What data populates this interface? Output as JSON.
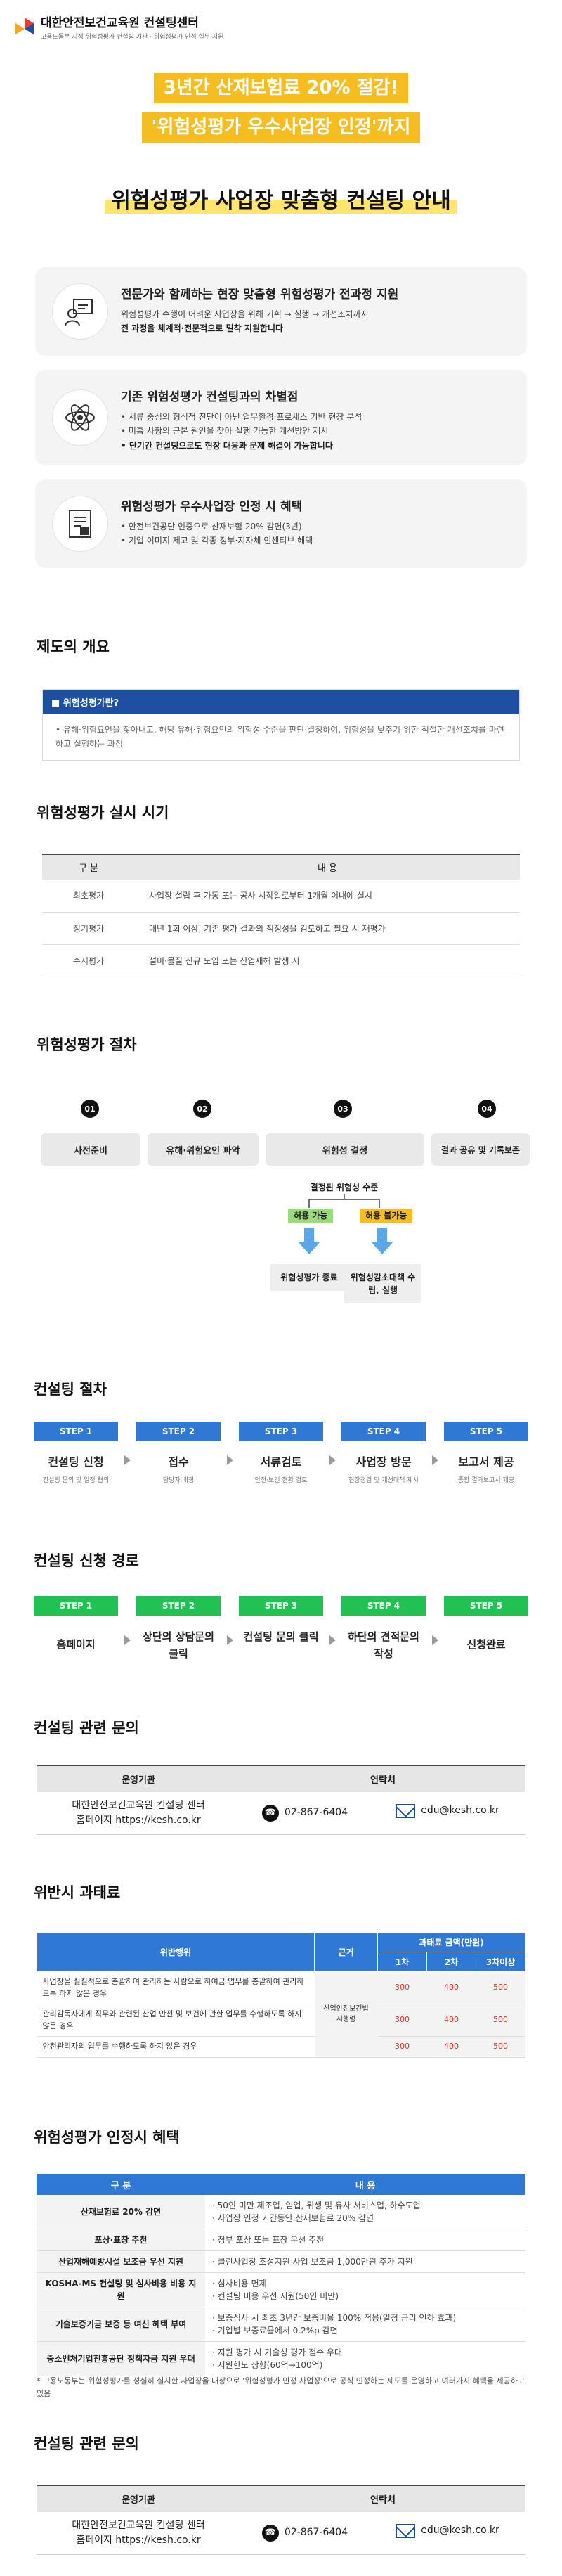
{
  "brand": {
    "name": "대한안전보건교육원 컨설팅센터",
    "sub": "고용노동부 지정 위험성평가 컨설팅 기관 · 위험성평가 인정 실무 지원"
  },
  "hero": {
    "line1": "3년간 산재보험료 20% 절감!",
    "line2": "'위험성평가 우수사업장 인정'까지",
    "title": "위험성평가 사업장 맞춤형 컨설팅 안내"
  },
  "features": [
    {
      "icon": "consultant-icon",
      "title": "전문가와 함께하는 현장 맞춤형 위험성평가 전과정 지원",
      "lines": [
        "위험성평가 수행이 어려운 사업장을 위해 기획 → 실행 → 개선조치까지",
        "전 과정을 체계적·전문적으로 밀착 지원합니다"
      ]
    },
    {
      "icon": "atom-icon",
      "title": "기존 위험성평가 컨설팅과의 차별점",
      "lines": [
        "• 서류 중심의 형식적 진단이 아닌 업무환경·프로세스 기반 현장 분석",
        "• 미흡 사항의 근본 원인을 찾아 실행 가능한 개선방안 제시",
        "• 단기간 컨설팅으로도 현장 대응과 문제 해결이 가능합니다"
      ]
    },
    {
      "icon": "certificate-icon",
      "title": "위험성평가 우수사업장 인정 시 혜택",
      "lines": [
        "• 안전보건공단 인증으로 산재보험 20% 감면(3년)",
        "• 기업 이미지 제고 및 각종 정부·지자체 인센티브 혜택"
      ]
    }
  ],
  "overview": {
    "title": "제도의 개요",
    "box_title": "위험성평가란?",
    "box_text": "유해·위험요인을 찾아내고, 해당 유해·위험요인의 위험성 수준을 판단·결정하여, 위험성을 낮추기 위한 적절한 개선조치를 마련하고 실행하는 과정"
  },
  "timing": {
    "title": "위험성평가 실시 시기",
    "headers": [
      "구 분",
      "내 용"
    ],
    "rows": [
      [
        "최초평가",
        "사업장 설립 후 가동 또는 공사 시작일로부터 1개월 이내에 실시"
      ],
      [
        "정기평가",
        "매년 1회 이상, 기존 평가 결과의 적정성을 검토하고 필요 시 재평가"
      ],
      [
        "수시평가",
        "설비·물질 신규 도입 또는 산업재해 발생 시"
      ]
    ]
  },
  "procedure": {
    "title": "위험성평가 절차",
    "steps": [
      {
        "num": "01",
        "label": "사전준비"
      },
      {
        "num": "02",
        "label": "유해·위험요인 파악"
      },
      {
        "num": "03",
        "label": "위험성 결정"
      },
      {
        "num": "04",
        "label": "결과 공유 및 기록보존"
      }
    ],
    "decision": "결정된 위험성 수준",
    "ok": "허용 가능",
    "ng": "허용 불가능",
    "ok_result": "위험성평가 종료",
    "ng_result": "위험성감소대책 수립, 실행"
  },
  "consulting": {
    "title": "컨설팅 절차",
    "steps": [
      {
        "step": "STEP 1",
        "title": "컨설팅 신청",
        "sub": "컨설팅 문의 및 일정 협의"
      },
      {
        "step": "STEP 2",
        "title": "접수",
        "sub": "담당자 배정"
      },
      {
        "step": "STEP 3",
        "title": "서류검토",
        "sub": "안전·보건 현황 검토"
      },
      {
        "step": "STEP 4",
        "title": "사업장 방문",
        "sub": "현장점검 및 개선대책 제시"
      },
      {
        "step": "STEP 5",
        "title": "보고서 제공",
        "sub": "종합 결과보고서 제공"
      }
    ]
  },
  "apply": {
    "title": "컨설팅 신청 경로",
    "steps": [
      {
        "step": "STEP 1",
        "title": "홈페이지"
      },
      {
        "step": "STEP 2",
        "title": "상단의 상담문의 클릭"
      },
      {
        "step": "STEP 3",
        "title": "컨설팅 문의 클릭"
      },
      {
        "step": "STEP 4",
        "title": "하단의 견적문의 작성"
      },
      {
        "step": "STEP 5",
        "title": "신청완료"
      }
    ]
  },
  "contact1": {
    "title": "컨설팅 관련 문의",
    "headers": [
      "운영기관",
      "연락처"
    ],
    "org": "대한안전보건교육원 컨설팅 센터",
    "home": "홈페이지 https://kesh.co.kr",
    "phone": "02-867-6404",
    "email": "edu@kesh.co.kr"
  },
  "penalty": {
    "title": "위반시 과태료",
    "h_item": "위반행위",
    "h_law": "근거",
    "h_amount": "과태료 금액(만원)",
    "h_times": [
      "1차",
      "2차",
      "3차이상"
    ],
    "law": "산업안전보건법 시행령",
    "rows": [
      {
        "item": "사업장을 실질적으로 총괄하여 관리하는 사람으로 하여금 업무를 총괄하여 관리하도록 하지 않은 경우",
        "v": [
          "300",
          "400",
          "500"
        ]
      },
      {
        "item": "관리감독자에게 직무와 관련된 산업 안전 및 보건에 관한 업무를 수행하도록 하지 않은 경우",
        "v": [
          "300",
          "400",
          "500"
        ]
      },
      {
        "item": "안전관리자의 업무를 수행하도록 하지 않은 경우",
        "v": [
          "300",
          "400",
          "500"
        ]
      }
    ]
  },
  "benefits": {
    "title": "위험성평가 인정시 혜택",
    "headers": [
      "구 분",
      "내 용"
    ],
    "rows": [
      {
        "k": "산재보험료 20% 감면",
        "v": [
          "· 50인 미만 제조업, 임업, 위생 및 유사 서비스업, 하수도업",
          "· 사업장 인정 기간동안 산재보험료 20% 감면"
        ]
      },
      {
        "k": "포상·표창 추천",
        "v": [
          "· 정부 포상 또는 표창 우선 추천"
        ]
      },
      {
        "k": "산업재해예방시설 보조금 우선 지원",
        "v": [
          "· 클린사업장 조성지원 사업 보조금 1,000만원 추가 지원"
        ]
      },
      {
        "k": "KOSHA-MS 컨설팅 및 심사비용 비용 지원",
        "v": [
          "· 심사비용 면제",
          "· 컨설팅 비용 우선 지원(50인 미만)"
        ]
      },
      {
        "k": "기술보증기금 보증 등 여신 혜택 부여",
        "v": [
          "· 보증심사 시 최초 3년간 보증비율 100% 적용(일정 금리 인하 효과)",
          "· 기업별 보증료율에서 0.2%p 감면"
        ]
      },
      {
        "k": "중소벤처기업진흥공단 정책자금 지원 우대",
        "v": [
          "· 지원 평가 시 기술성 평가 점수 우대",
          "· 지원한도 상향(60억→100억)"
        ]
      }
    ],
    "note": "* 고용노동부는 위험성평가를 성실히 실시한 사업장을 대상으로 '위험성평가 인정 사업장'으로 공식 인정하는 제도를 운영하고 여러가지 혜택을 제공하고 있음"
  },
  "contact2": {
    "title": "컨설팅 관련 문의",
    "headers": [
      "운영기관",
      "연락처"
    ],
    "org": "대한안전보건교육원 컨설팅 센터",
    "home": "홈페이지 https://kesh.co.kr",
    "phone": "02-867-6404",
    "email": "edu@kesh.co.kr"
  },
  "colors": {
    "accent": "#f5bd1f",
    "blue": "#2f78d4",
    "green": "#22c154",
    "navy": "#1e4fa3"
  }
}
